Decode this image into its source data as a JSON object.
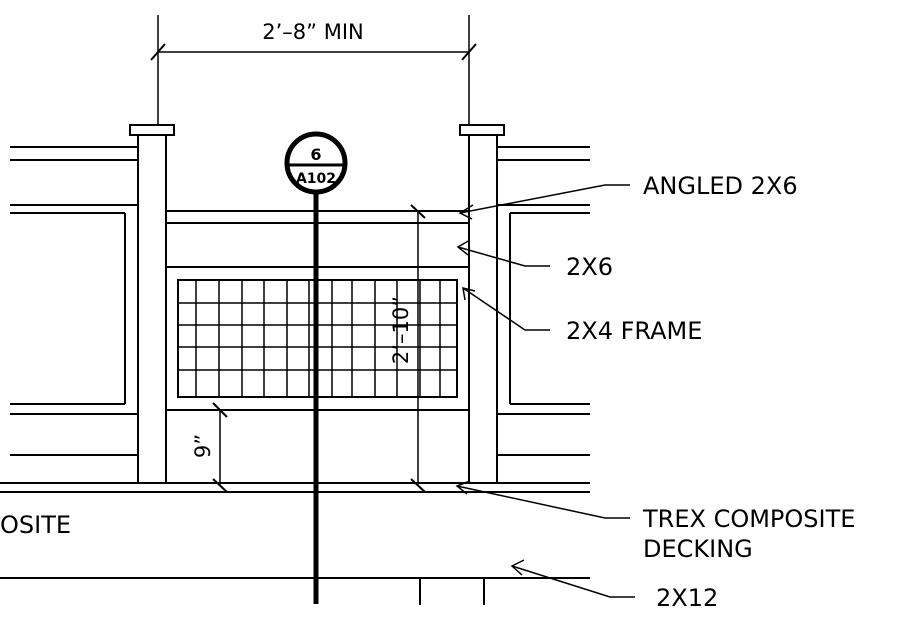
{
  "drawing": {
    "labels": {
      "angled_2x6": "ANGLED 2X6",
      "two_x6": "2X6",
      "frame_2x4": "2X4 FRAME",
      "trex_line1": "TREX COMPOSITE",
      "trex_line2": "DECKING",
      "two_x12": "2X12",
      "left_partial": "OSITE"
    },
    "dimensions": {
      "top_width": "2’–8” MIN",
      "height": "2’–10”",
      "gap": "9”"
    },
    "section_tag": {
      "number": "6",
      "sheet": "A102"
    }
  }
}
